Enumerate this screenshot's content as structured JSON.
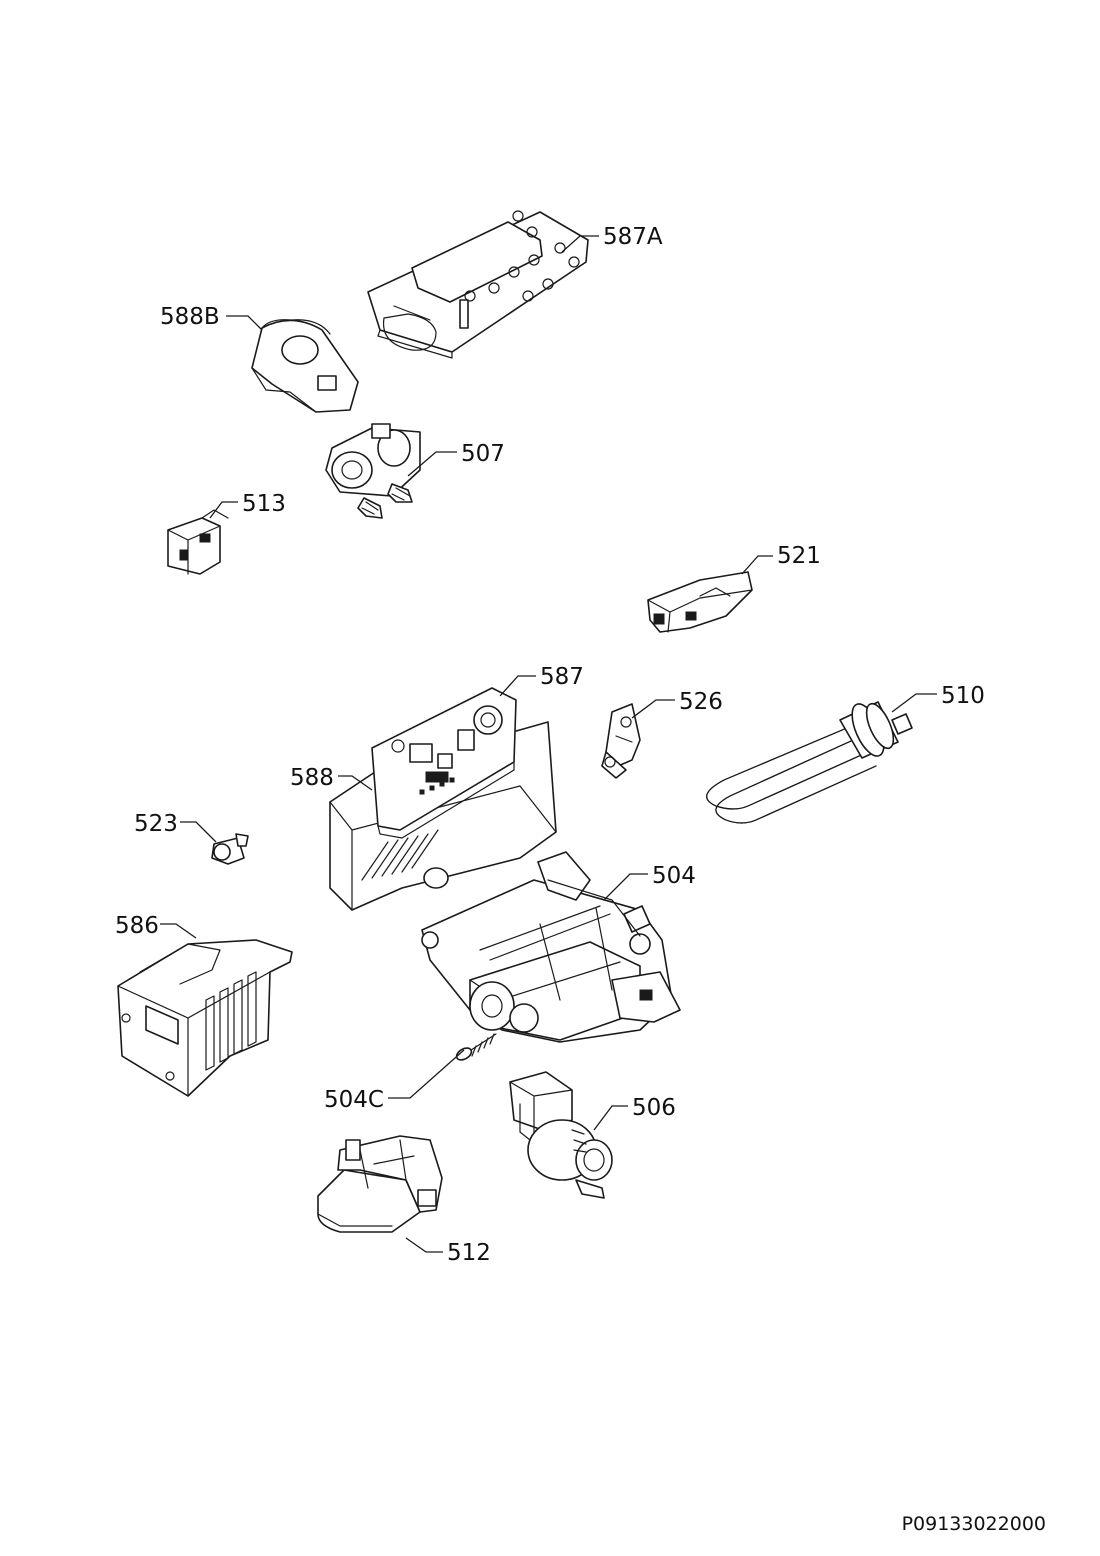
{
  "drawing_number": "P09133022000",
  "parts": [
    {
      "id": "p587A",
      "label": "587A"
    },
    {
      "id": "p588B",
      "label": "588B"
    },
    {
      "id": "p507",
      "label": "507"
    },
    {
      "id": "p513",
      "label": "513"
    },
    {
      "id": "p521",
      "label": "521"
    },
    {
      "id": "p587",
      "label": "587"
    },
    {
      "id": "p526",
      "label": "526"
    },
    {
      "id": "p510",
      "label": "510"
    },
    {
      "id": "p588",
      "label": "588"
    },
    {
      "id": "p523",
      "label": "523"
    },
    {
      "id": "p504",
      "label": "504"
    },
    {
      "id": "p586",
      "label": "586"
    },
    {
      "id": "p504C",
      "label": "504C"
    },
    {
      "id": "p506",
      "label": "506"
    },
    {
      "id": "p512",
      "label": "512"
    }
  ]
}
